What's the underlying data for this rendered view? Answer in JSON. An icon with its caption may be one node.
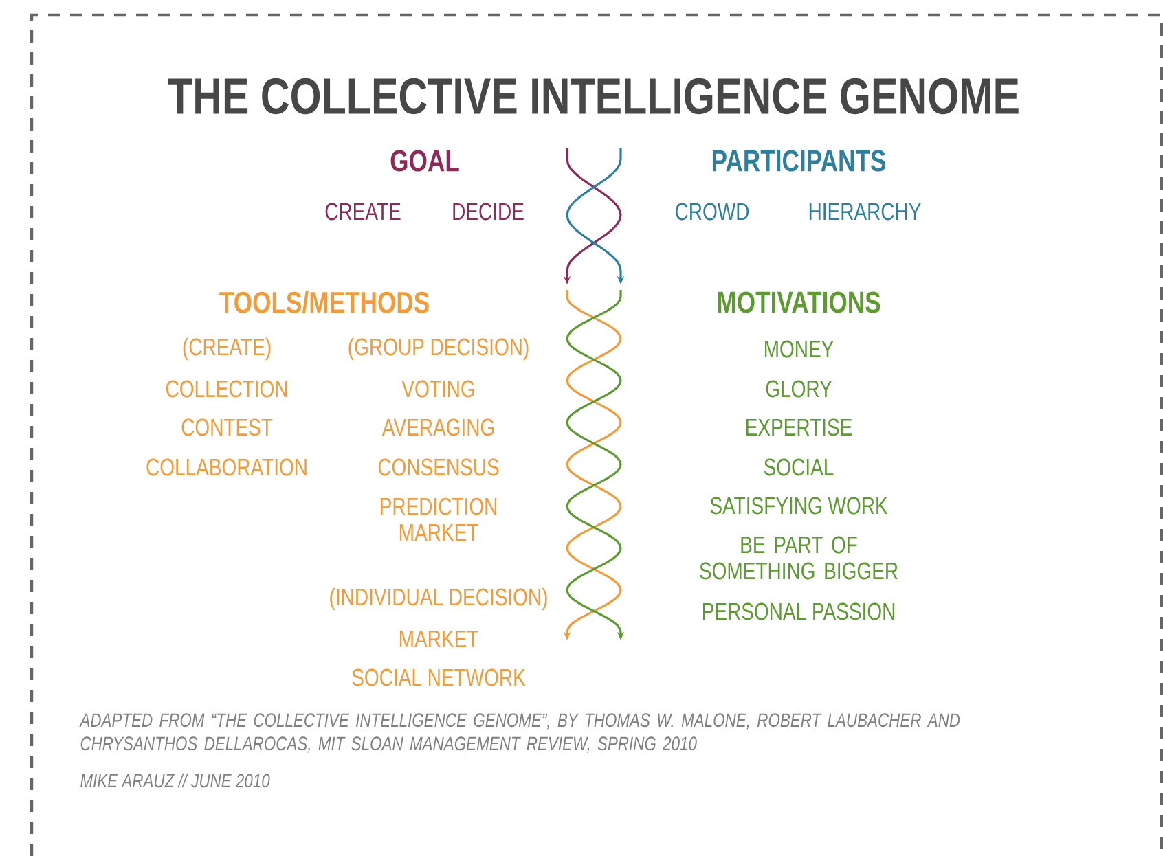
{
  "diagram": {
    "title": "THE COLLECTIVE INTELLIGENCE GENOME",
    "caption": "ADAPTED FROM “THE COLLECTIVE INTELLIGENCE GENOME”, BY THOMAS W. MALONE, ROBERT LAUBACHER AND CHRYSANTHOS DELLAROCAS, MIT SLOAN MANAGEMENT REVIEW, SPRING 2010",
    "labels": [
      "GOAL",
      "PARTICIPANTS",
      "CREATE",
      "DECIDE",
      "CROWD",
      "HIERARCHY",
      "TOOLS/METHODS",
      "MOTIVATIONS",
      "(CREATE)",
      "(GROUP DECISION)",
      "MONEY",
      "COLLECTION",
      "VOTING",
      "GLORY",
      "CONTEST",
      "AVERAGING",
      "EXPERTISE",
      "COLLABORATION",
      "CONSENSUS",
      "SOCIAL",
      "PREDICTION MARKET",
      "SATISFYING WORK",
      "BE PART OF SOMETHING BIGGER",
      "PERSONAL PASSION",
      "(INDIVIDUAL DECISION)",
      "MARKET",
      "SOCIAL NETWORK",
      "MIKE ARAUZ // JUNE 2010"
    ]
  }
}
